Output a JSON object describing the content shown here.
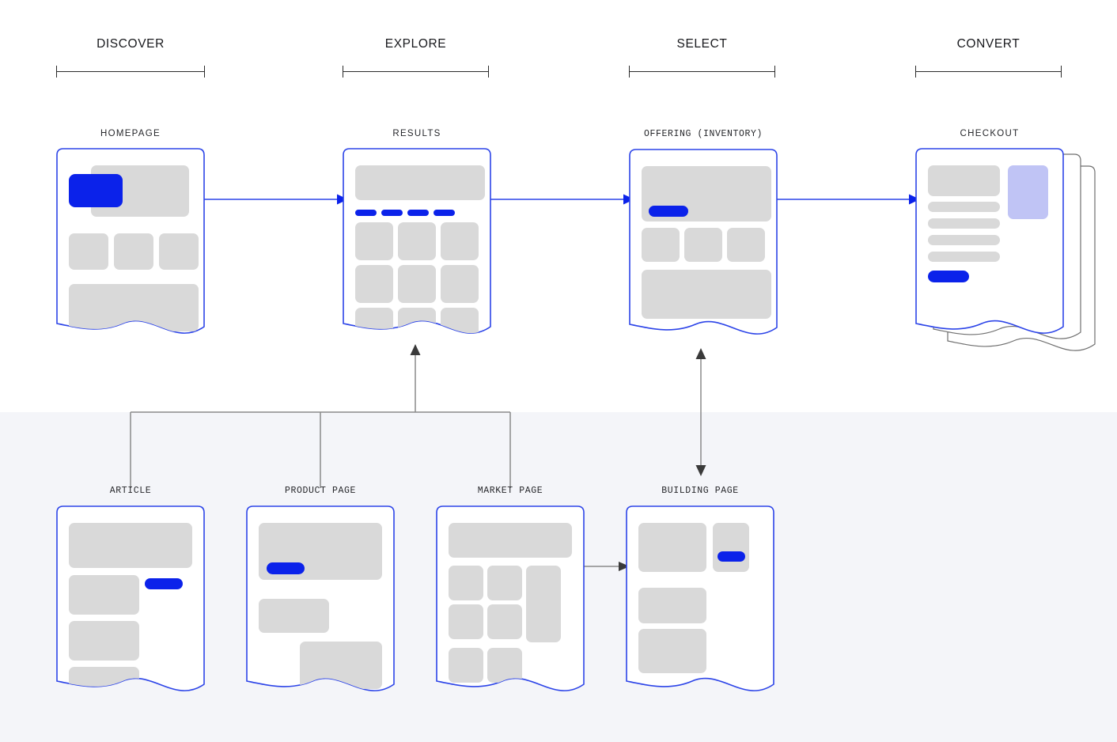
{
  "diagram": {
    "title": "User journey flow map",
    "background_color": "#ffffff",
    "band_color": "#f4f5f9",
    "accent_blue": "#0b22ea",
    "card_stroke": "#2c44e8",
    "placeholder_gray": "#d9d9d9",
    "lavender": "#c0c4f5",
    "connector_gray": "#8a8a8a"
  },
  "phases": [
    {
      "label": "DISCOVER"
    },
    {
      "label": "EXPLORE"
    },
    {
      "label": "SELECT"
    },
    {
      "label": "CONVERT"
    }
  ],
  "primary_nodes": [
    {
      "id": "homepage",
      "label": "HOMEPAGE",
      "font": "sans"
    },
    {
      "id": "results",
      "label": "RESULTS",
      "font": "sans"
    },
    {
      "id": "offering",
      "label": "OFFERING (INVENTORY)",
      "font": "mono"
    },
    {
      "id": "checkout",
      "label": "CHECKOUT",
      "font": "sans"
    }
  ],
  "secondary_nodes": [
    {
      "id": "article",
      "label": "ARTICLE",
      "font": "mono"
    },
    {
      "id": "product",
      "label": "PRODUCT PAGE",
      "font": "mono"
    },
    {
      "id": "market",
      "label": "MARKET PAGE",
      "font": "mono"
    },
    {
      "id": "building",
      "label": "BUILDING PAGE",
      "font": "mono"
    }
  ],
  "flows": [
    {
      "from": "homepage",
      "to": "results",
      "style": "blue-arrow"
    },
    {
      "from": "results",
      "to": "offering",
      "style": "blue-arrow"
    },
    {
      "from": "offering",
      "to": "checkout",
      "style": "blue-arrow"
    },
    {
      "from": "market",
      "to": "building",
      "style": "gray-arrow"
    },
    {
      "from": "article,product,market",
      "to": "results",
      "style": "gray-tree-arrow"
    },
    {
      "from": "building",
      "to": "offering",
      "style": "gray-double-arrow"
    }
  ]
}
